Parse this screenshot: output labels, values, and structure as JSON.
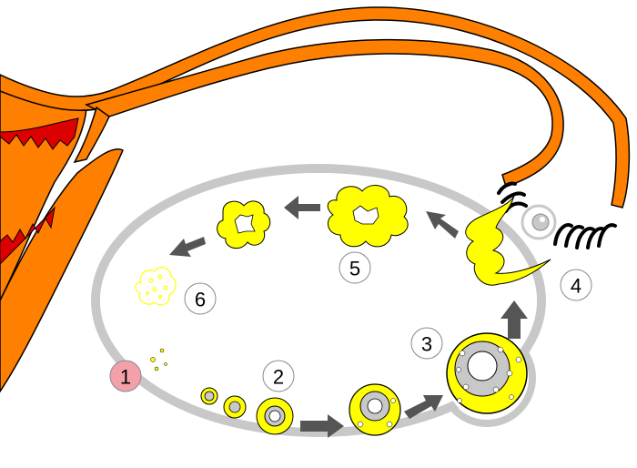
{
  "diagram": {
    "stages": [
      {
        "id": "stage-1",
        "label": "1",
        "highlight": true
      },
      {
        "id": "stage-2",
        "label": "2",
        "highlight": false
      },
      {
        "id": "stage-3",
        "label": "3",
        "highlight": false
      },
      {
        "id": "stage-4",
        "label": "4",
        "highlight": false
      },
      {
        "id": "stage-5",
        "label": "5",
        "highlight": false
      },
      {
        "id": "stage-6",
        "label": "6",
        "highlight": false
      }
    ],
    "colors": {
      "tube": "#ff7f00",
      "tube_outline": "#000000",
      "uterine_lining": "#dd0000",
      "ovary_outline": "#c8c8c8",
      "follicle_fill": "#ffff00",
      "oocyte_gray": "#c8c8c8",
      "arrow": "#555555",
      "label_highlight": "#f4a0a8",
      "label_default": "#ffffff"
    }
  }
}
